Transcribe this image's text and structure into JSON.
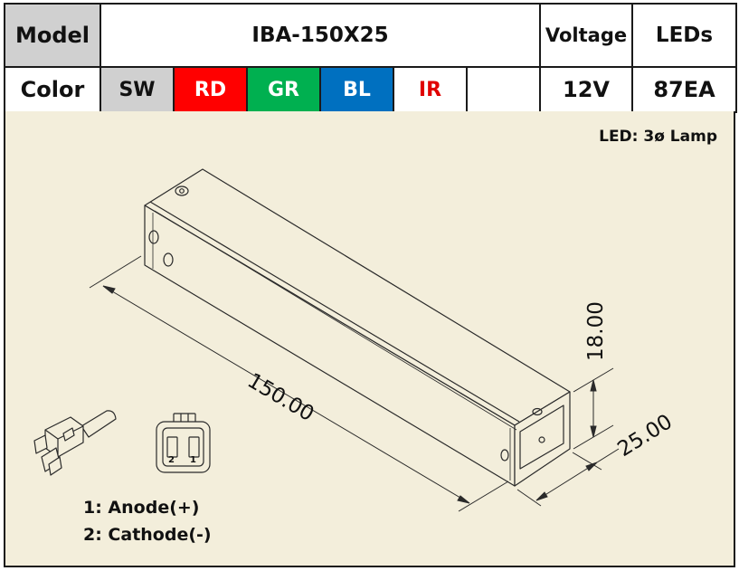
{
  "header": {
    "model_label": "Model",
    "model_value": "IBA-150X25",
    "voltage_label": "Voltage",
    "leds_label": "LEDs",
    "color_label": "Color",
    "voltage_value": "12V",
    "leds_value": "87EA",
    "colors": [
      {
        "label": "SW",
        "bg": "#d0d0d0",
        "fg": "#111111"
      },
      {
        "label": "RD",
        "bg": "#ff0000",
        "fg": "#ffffff"
      },
      {
        "label": "GR",
        "bg": "#00b050",
        "fg": "#ffffff"
      },
      {
        "label": "BL",
        "bg": "#0070c0",
        "fg": "#ffffff"
      },
      {
        "label": "IR",
        "bg": "#ffffff",
        "fg": "#e00000"
      },
      {
        "label": "",
        "bg": "#ffffff",
        "fg": "#111111"
      }
    ]
  },
  "drawing": {
    "background": "#f3eedb",
    "led_note": "LED: 3ø Lamp",
    "dim_length": "150.00",
    "dim_height": "18.00",
    "dim_width": "25.00",
    "connector_pin_numbers": [
      "2",
      "1"
    ],
    "pin_legend": [
      "1: Anode(+)",
      "2: Cathode(-)"
    ]
  }
}
